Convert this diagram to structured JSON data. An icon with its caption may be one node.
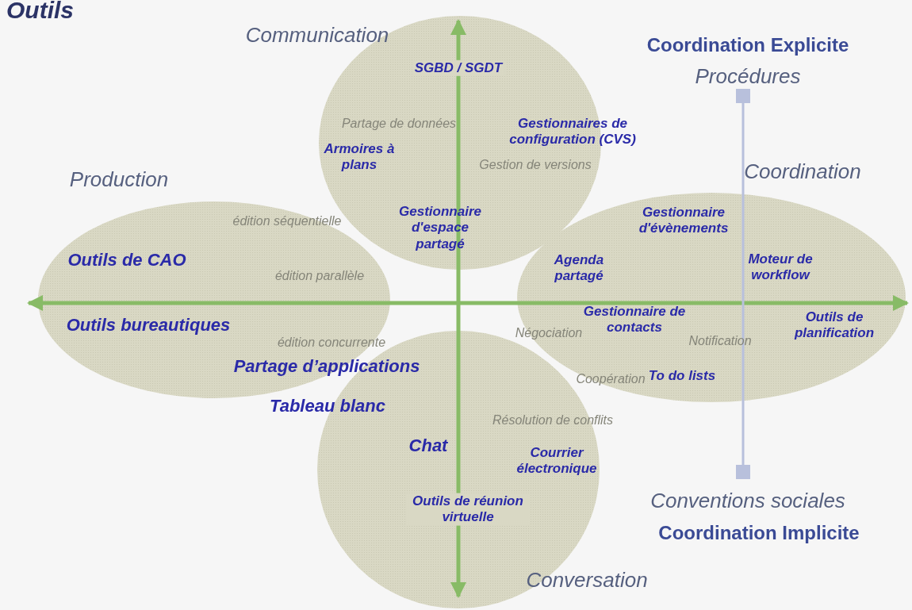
{
  "diagram": {
    "title": "Outils",
    "labels": [
      "Communication",
      "SGBD / SGDT",
      "Coordination Explicite",
      "Procédures",
      "Gestionnaires de configuration (CVS)",
      "Partage de données",
      "Armoires à plans",
      "Gestion de versions",
      "Production",
      "Coordination",
      "Gestionnaire d'évènements",
      "édition séquentielle",
      "Gestionnaire d'espace partagé",
      "Outils de CAO",
      "Agenda partagé",
      "Moteur de workflow",
      "édition parallèle",
      "Gestionnaire de contacts",
      "Outils bureautiques",
      "Outils de planification",
      "Négociation",
      "Notification",
      "édition concurrente",
      "Partage d’applications",
      "To do lists",
      "Coopération",
      "Tableau blanc",
      "Résolution de conflits",
      "Chat",
      "Courrier électronique",
      "Outils de réunion virtuelle",
      "Conventions sociales",
      "Coordination Implicite",
      "Conversation"
    ]
  }
}
